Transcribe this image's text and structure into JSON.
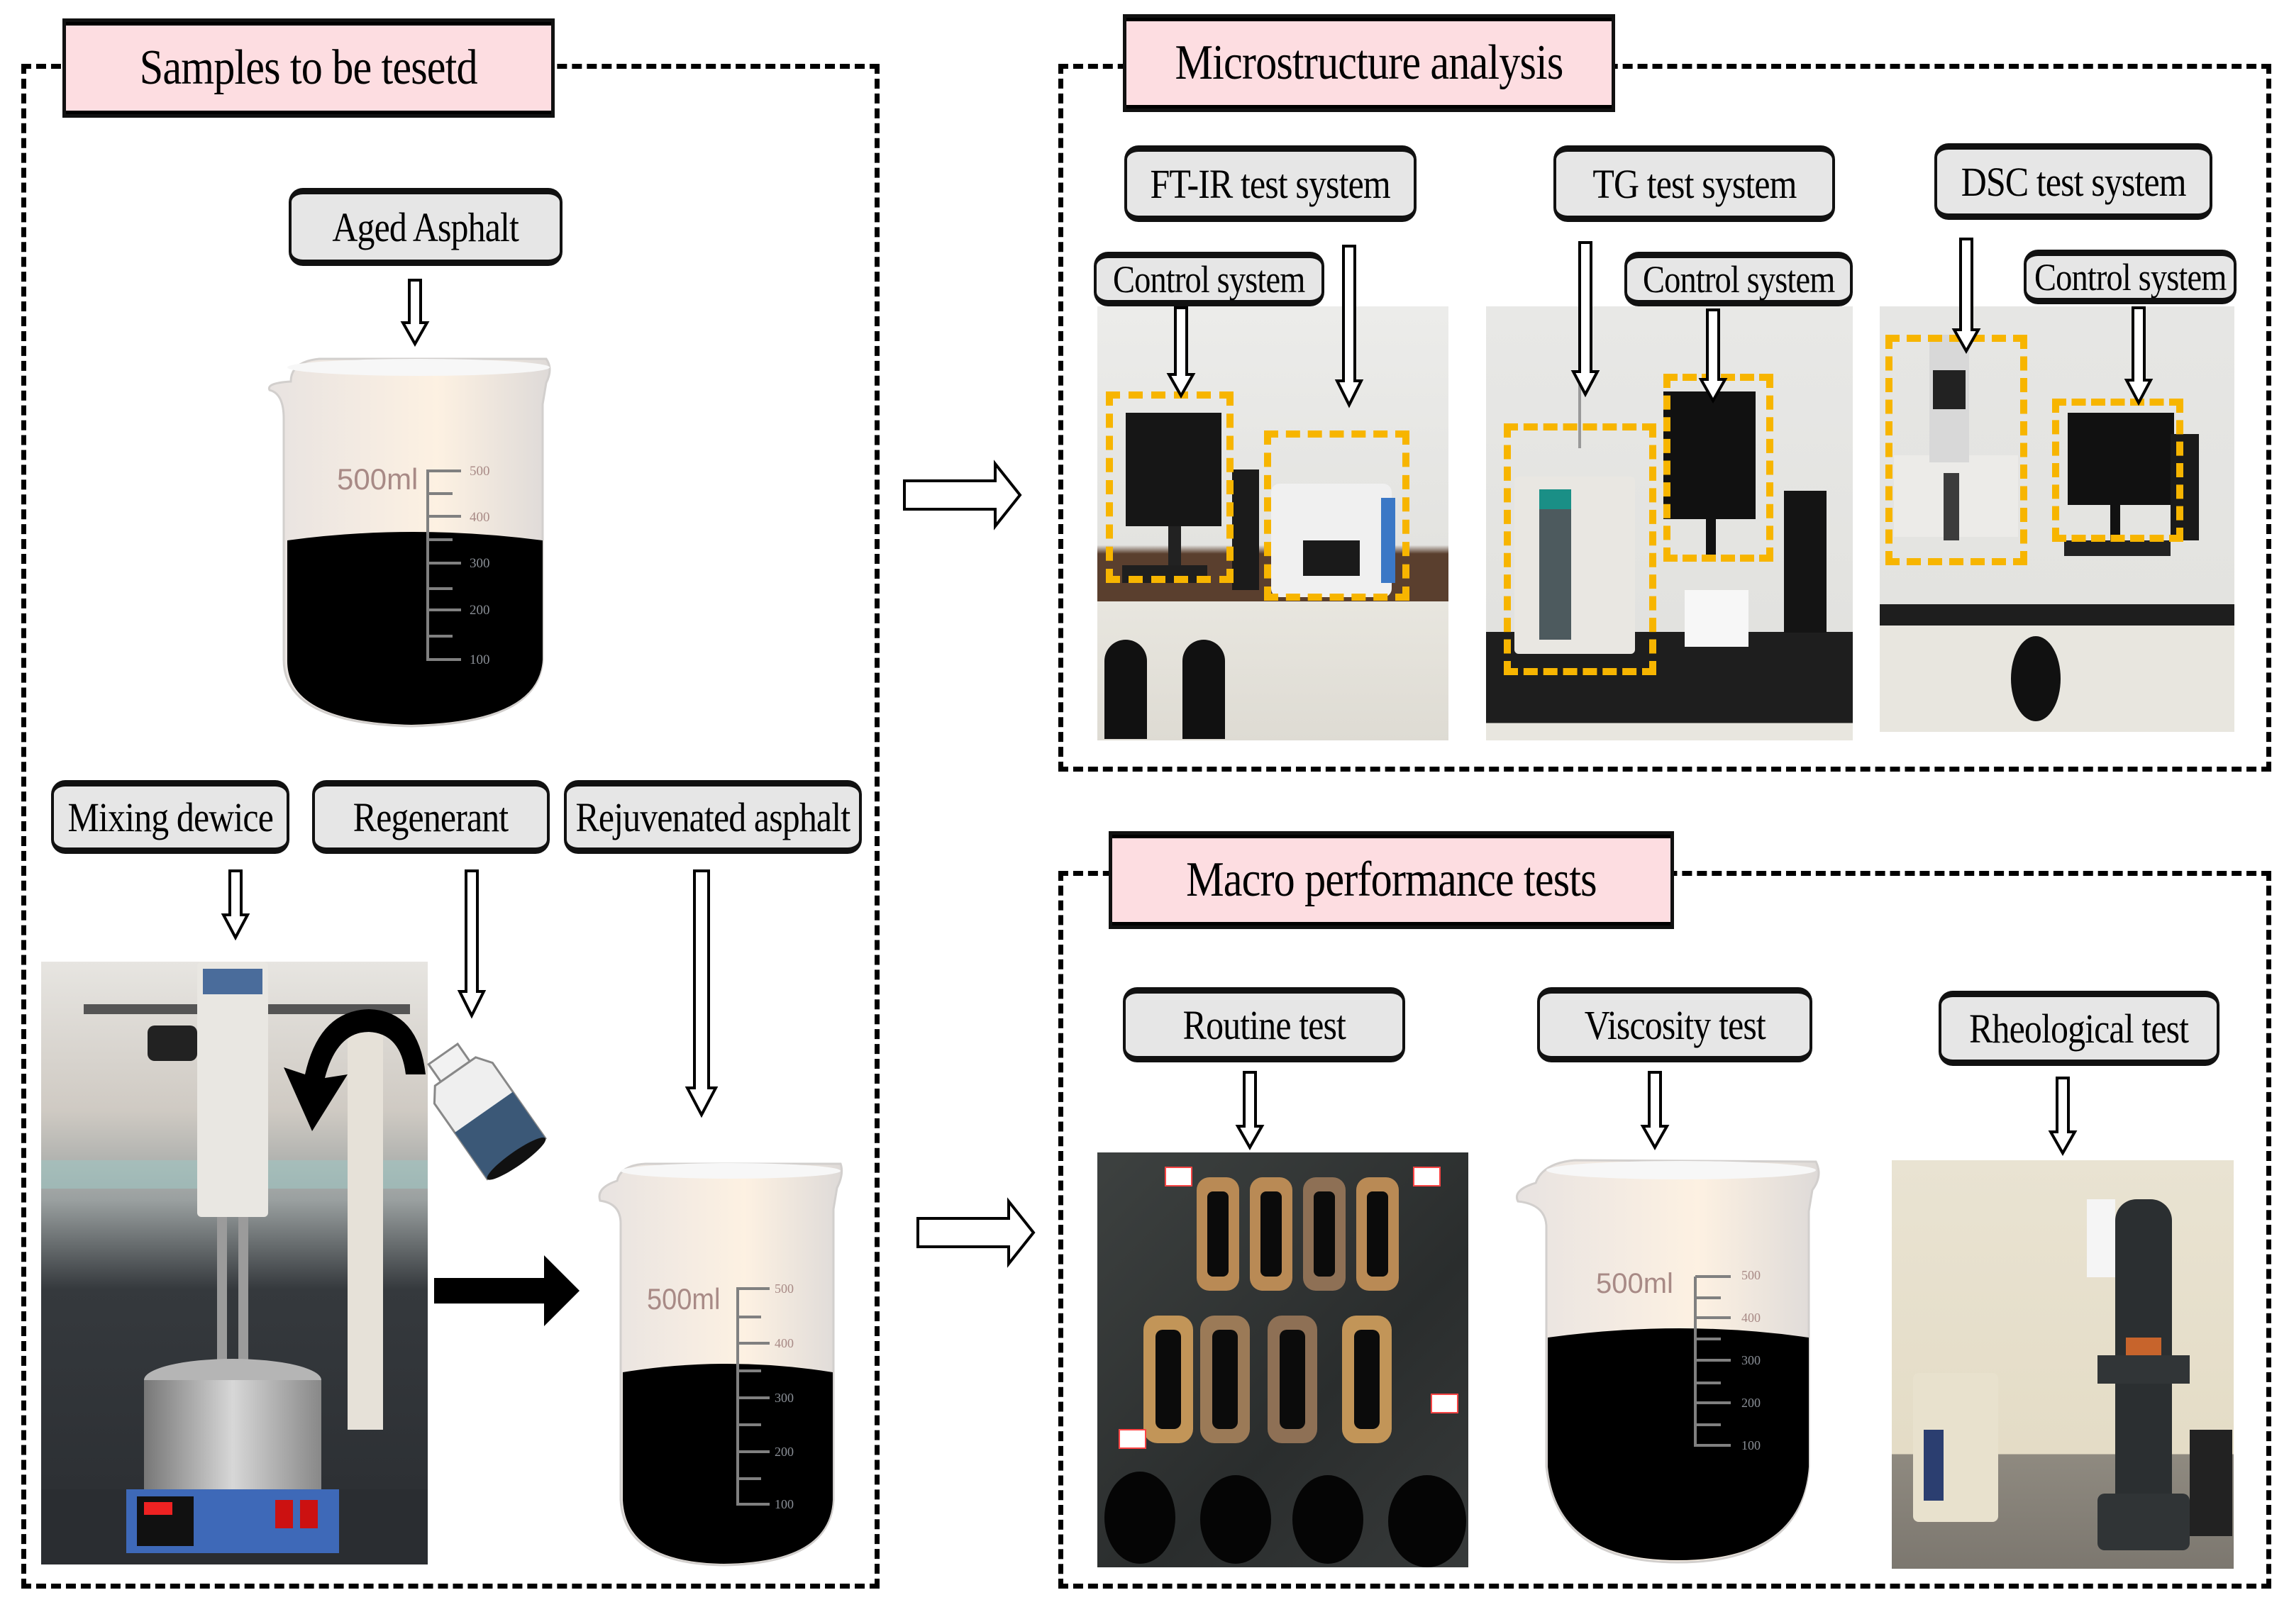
{
  "sections": {
    "samples": {
      "title": "Samples to be tesetd",
      "aged_label": "Aged Asphalt",
      "mixing_label": "Mixing dewice",
      "regenerant_label": "Regenerant",
      "rejuvenated_label": "Rejuvenated asphalt"
    },
    "micro": {
      "title": "Microstructure analysis",
      "ftir_label": "FT-IR test system",
      "tg_label": "TG test system",
      "dsc_label": "DSC test system",
      "control_label_1": "Control system",
      "control_label_2": "Control system",
      "control_label_3": "Control system"
    },
    "macro": {
      "title": "Macro performance tests",
      "routine_label": "Routine test",
      "viscosity_label": "Viscosity test",
      "rheological_label": "Rheological test"
    }
  },
  "beaker": {
    "volume_label": "500ml",
    "ticks": [
      "500",
      "400",
      "300",
      "200",
      "100"
    ],
    "fill_level_ml": 360,
    "capacity_ml": 500
  },
  "colors": {
    "title_bg": "#fddde1",
    "label_bg": "#e6e6e6",
    "highlight_dash": "#f7b500",
    "bottle_fill": "#3b5877"
  }
}
